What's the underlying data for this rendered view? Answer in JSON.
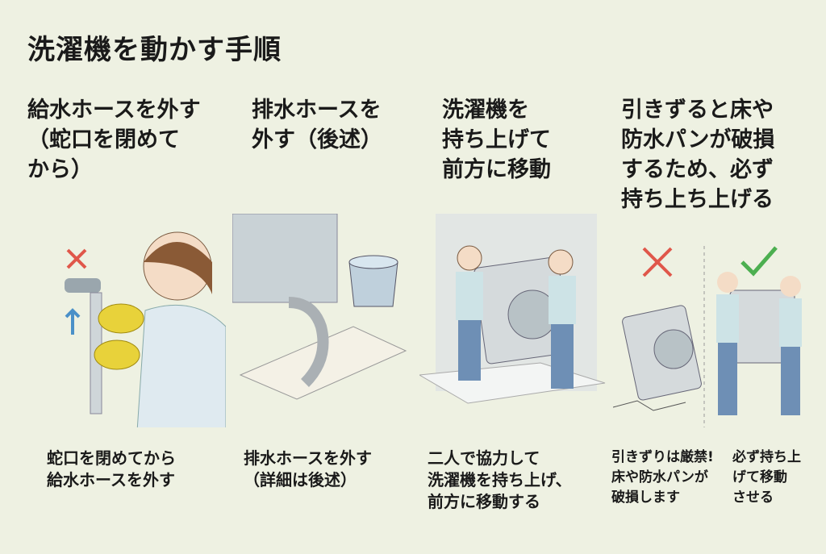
{
  "title": "洗濯機を動かす手順",
  "steps": [
    {
      "heading": "給水ホースを外す\n（蛇口を閉めて\n から）",
      "caption": "蛇口を閉めてから\n給水ホースを外す"
    },
    {
      "heading": "排水ホースを\n外す（後述）",
      "caption": "排水ホースを外す\n（詳細は後述）"
    },
    {
      "heading": "洗濯機を\n持ち上げて\n前方に移動",
      "caption": "二人で協力して\n洗濯機を持ち上げ、\n前方に移動する"
    },
    {
      "heading": "引きずると床や\n防水パンが破損\nするため、必ず\n持ち上ち上げる",
      "caption_bad": "引きずりは厳禁!\n床や防水パンが\n破損します",
      "caption_good": "必ず持ち上\nげて移動\nさせる"
    }
  ],
  "colors": {
    "background": "#eef1e2",
    "bad": "#e0574a",
    "good": "#4caf50",
    "glove": "#e8d23a"
  }
}
